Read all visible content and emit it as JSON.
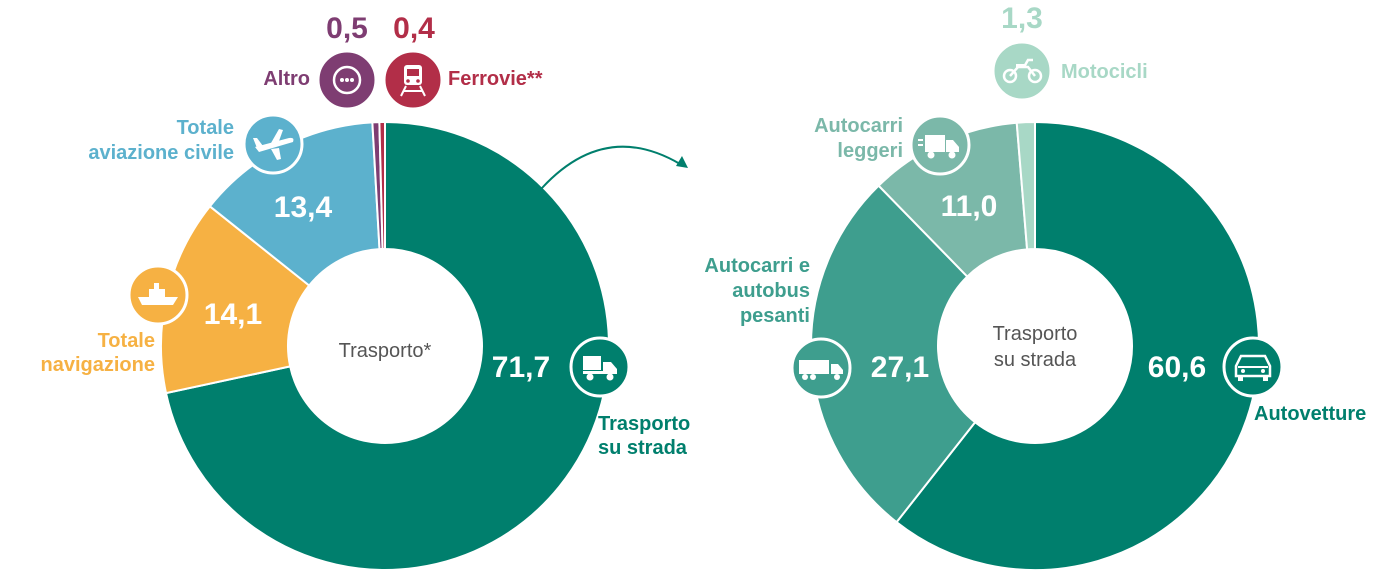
{
  "colors": {
    "road": "#007f6d",
    "navigation": "#f6b143",
    "aviation": "#5cb1cd",
    "other": "#7e3d72",
    "rail": "#b22e48",
    "heavy": "#3e9e8e",
    "light": "#7bb8a9",
    "moto": "#a8d8c6",
    "cars": "#007f6d"
  },
  "chart_data": [
    {
      "type": "pie",
      "center_label": "Trasporto*",
      "slices": [
        {
          "key": "road",
          "label": "Trasporto su strada",
          "label_lines": [
            "Trasporto",
            "su strada"
          ],
          "value": 71.7,
          "display": "71,7",
          "icon": "truck-icon"
        },
        {
          "key": "navigation",
          "label": "Totale navigazione",
          "label_lines": [
            "Totale",
            "navigazione"
          ],
          "value": 14.1,
          "display": "14,1",
          "icon": "ship-icon"
        },
        {
          "key": "aviation",
          "label": "Totale aviazione civile",
          "label_lines": [
            "Totale",
            "aviazione civile"
          ],
          "value": 13.4,
          "display": "13,4",
          "icon": "airplane-icon"
        },
        {
          "key": "other",
          "label": "Altro",
          "label_lines": [
            "Altro"
          ],
          "value": 0.5,
          "display": "0,5",
          "icon": "dots-icon"
        },
        {
          "key": "rail",
          "label": "Ferrovie**",
          "label_lines": [
            "Ferrovie**"
          ],
          "value": 0.4,
          "display": "0,4",
          "icon": "train-icon"
        }
      ]
    },
    {
      "type": "pie",
      "center_label": "Trasporto su strada",
      "center_lines": [
        "Trasporto",
        "su strada"
      ],
      "slices": [
        {
          "key": "cars",
          "label": "Autovetture",
          "label_lines": [
            "Autovetture"
          ],
          "value": 60.6,
          "display": "60,6",
          "icon": "car-icon"
        },
        {
          "key": "heavy",
          "label": "Autocarri e autobus pesanti",
          "label_lines": [
            "Autocarri e",
            "autobus",
            "pesanti"
          ],
          "value": 27.1,
          "display": "27,1",
          "icon": "lorry-icon"
        },
        {
          "key": "light",
          "label": "Autocarri leggeri",
          "label_lines": [
            "Autocarri",
            "leggeri"
          ],
          "value": 11.0,
          "display": "11,0",
          "icon": "van-icon"
        },
        {
          "key": "moto",
          "label": "Motocicli",
          "label_lines": [
            "Motocicli"
          ],
          "value": 1.3,
          "display": "1,3",
          "icon": "motorcycle-icon"
        }
      ]
    }
  ]
}
